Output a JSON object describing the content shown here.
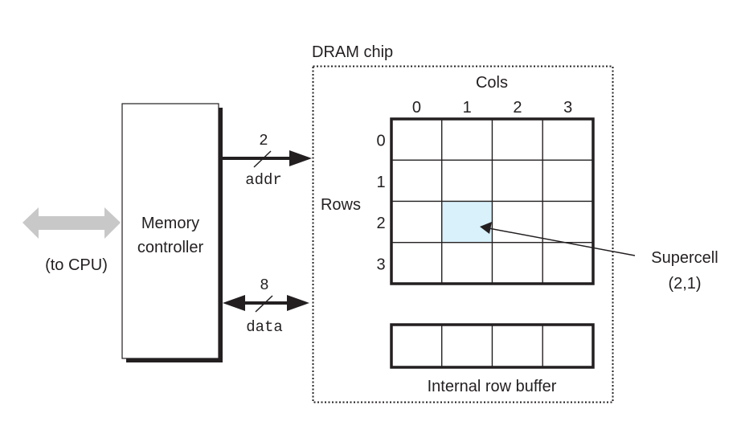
{
  "cpu_link": {
    "label": "(to CPU)",
    "arrow_icon": "double-arrow-icon",
    "arrow_color": "#c8c8c8"
  },
  "memory_controller": {
    "label_line1": "Memory",
    "label_line2": "controller"
  },
  "addr_bus": {
    "width": "2",
    "label": "addr",
    "direction": "controller-to-dram"
  },
  "data_bus": {
    "width": "8",
    "label": "data",
    "direction": "bidirectional"
  },
  "dram_chip": {
    "title": "DRAM chip",
    "cols_label": "Cols",
    "rows_label": "Rows",
    "col_indices": [
      "0",
      "1",
      "2",
      "3"
    ],
    "row_indices": [
      "0",
      "1",
      "2",
      "3"
    ],
    "supercell": {
      "row": 2,
      "col": 1,
      "label_line1": "Supercell",
      "label_line2": "(2,1)",
      "highlight_color": "#d9f1fb"
    },
    "row_buffer": {
      "label": "Internal row buffer",
      "cells": 4
    }
  }
}
